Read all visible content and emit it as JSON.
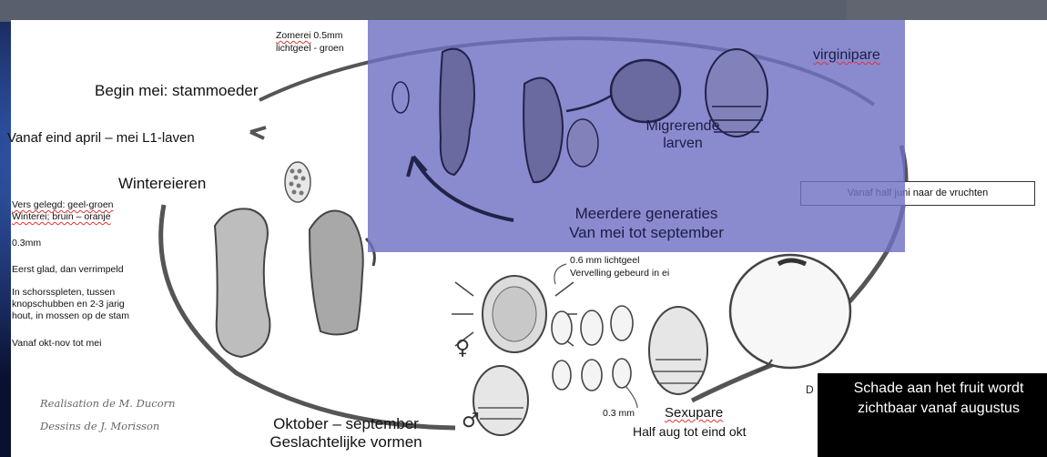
{
  "labels": {
    "zomerei_1": "Zomerei",
    "zomerei_2": " 0.5mm",
    "zomerei_3": "lichtgeel - groen",
    "begin_mei": "Begin mei: stammoeder",
    "vanaf_eind_april": "Vanaf eind april – mei L1-laven",
    "wintereieren": "Wintereieren",
    "vers_gelegd": "Vers gelegd: geel-groen",
    "winterei": "Winterei; bruin – oranje",
    "size_03mm": "0.3mm",
    "eerst_glad": "Eerst glad, dan verrimpeld",
    "schorsspleten_1": "In schorsspleten, tussen",
    "schorsspleten_2": "knopschubben en 2-3 jarig",
    "schorsspleten_3": "hout, in mossen op de stam",
    "vanaf_okt": "Vanaf okt-nov tot mei",
    "virginipare": "virginipare",
    "migrerende_1": "Migrerende",
    "migrerende_2": "larven",
    "meerdere_1": "Meerdere generaties",
    "meerdere_2": "Van mei tot september",
    "vanaf_half_juni": "Vanaf half juni naar de vruchten",
    "egg_06_1": "0.6 mm lichtgeel",
    "egg_06_2": "Vervelling gebeurd in ei",
    "egg_03": "0.3 mm",
    "sexupare": "Sexupare",
    "half_aug": "Half aug tot eind okt",
    "oktober_1": "Oktober – september",
    "oktober_2": "Geslachtelijke vormen",
    "schade_1": "Schade aan het fruit wordt",
    "schade_2": "zichtbaar vanaf augustus",
    "d_mark": "D",
    "female_symbol": "♀",
    "male_symbol": "♂"
  },
  "credits": {
    "line1": "Realisation de M. Ducorn",
    "line2": "Dessins de J. Morisson"
  },
  "colors": {
    "overlay": "#7070c4",
    "text_dark": "#111111",
    "drawing": "#4a4a4a"
  }
}
